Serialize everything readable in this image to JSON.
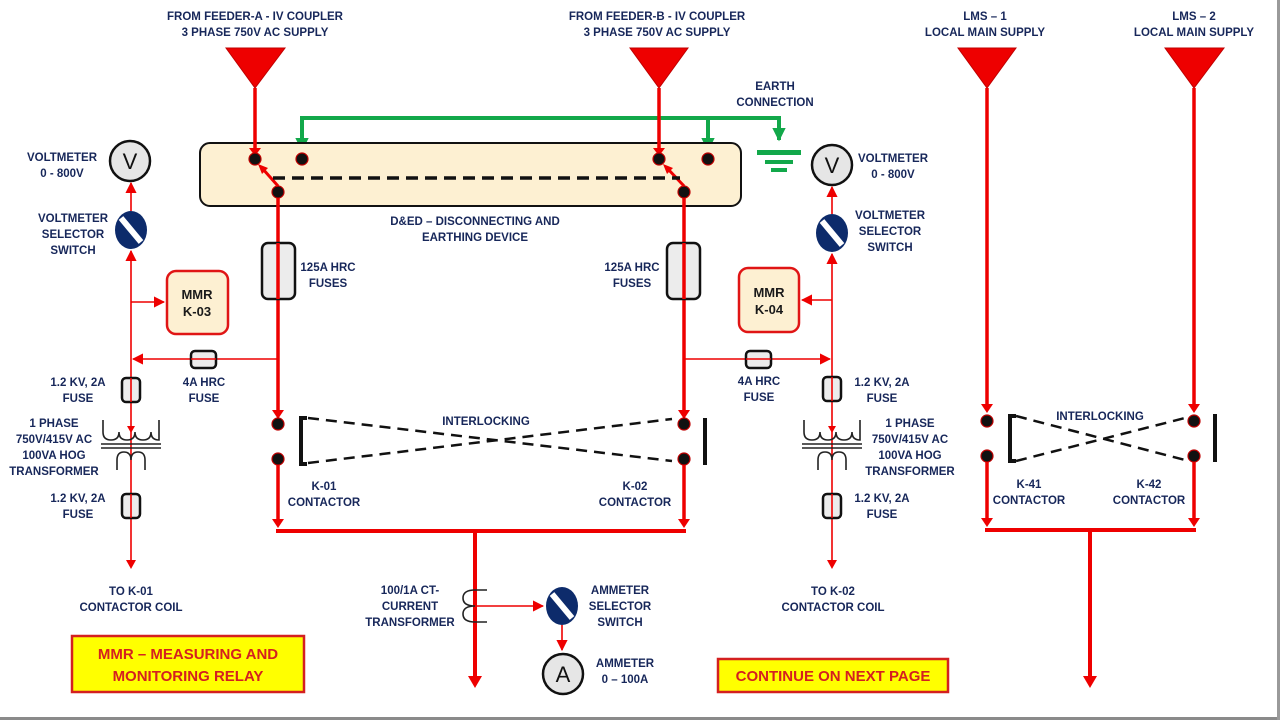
{
  "sources": {
    "feeder_a": {
      "line1": "FROM FEEDER-A - IV COUPLER",
      "line2": "3 PHASE 750V AC SUPPLY"
    },
    "feeder_b": {
      "line1": "FROM FEEDER-B - IV COUPLER",
      "line2": "3 PHASE 750V AC SUPPLY"
    },
    "lms_1": {
      "line1": "LMS – 1",
      "line2": "LOCAL MAIN SUPPLY"
    },
    "lms_2": {
      "line1": "LMS – 2",
      "line2": "LOCAL MAIN SUPPLY"
    }
  },
  "earth": {
    "line1": "EARTH",
    "line2": "CONNECTION"
  },
  "ded": {
    "line1": "D&ED – DISCONNECTING AND",
    "line2": "EARTHING DEVICE"
  },
  "left": {
    "voltmeter": {
      "symbol": "V",
      "line1": "VOLTMETER",
      "line2": "0 - 800V"
    },
    "selector": {
      "line1": "VOLTMETER",
      "line2": "SELECTOR",
      "line3": "SWITCH"
    },
    "mmr": {
      "line1": "MMR",
      "line2": "K-03"
    },
    "hrc_fuse_125": {
      "line1": "125A HRC",
      "line2": "FUSES"
    },
    "hrc_fuse_4": {
      "line1": "4A HRC",
      "line2": "FUSE"
    },
    "fuse_upper": {
      "line1": "1.2 KV, 2A",
      "line2": "FUSE"
    },
    "transformer": {
      "line1": "1 PHASE",
      "line2": "750V/415V AC",
      "line3": "100VA HOG",
      "line4": "TRANSFORMER"
    },
    "fuse_lower": {
      "line1": "1.2 KV, 2A",
      "line2": "FUSE"
    },
    "coil": {
      "line1": "TO K-01",
      "line2": "CONTACTOR COIL"
    },
    "contactor": {
      "line1": "K-01",
      "line2": "CONTACTOR"
    }
  },
  "right": {
    "voltmeter": {
      "symbol": "V",
      "line1": "VOLTMETER",
      "line2": "0 - 800V"
    },
    "selector": {
      "line1": "VOLTMETER",
      "line2": "SELECTOR",
      "line3": "SWITCH"
    },
    "mmr": {
      "line1": "MMR",
      "line2": "K-04"
    },
    "hrc_fuse_125": {
      "line1": "125A HRC",
      "line2": "FUSES"
    },
    "hrc_fuse_4": {
      "line1": "4A HRC",
      "line2": "FUSE"
    },
    "fuse_upper": {
      "line1": "1.2 KV, 2A",
      "line2": "FUSE"
    },
    "transformer": {
      "line1": "1 PHASE",
      "line2": "750V/415V AC",
      "line3": "100VA HOG",
      "line4": "TRANSFORMER"
    },
    "fuse_lower": {
      "line1": "1.2 KV, 2A",
      "line2": "FUSE"
    },
    "coil": {
      "line1": "TO K-02",
      "line2": "CONTACTOR COIL"
    },
    "contactor": {
      "line1": "K-02",
      "line2": "CONTACTOR"
    }
  },
  "interlocking_main": "INTERLOCKING",
  "interlocking_lms": "INTERLOCKING",
  "lms_contactors": {
    "k41": {
      "line1": "K-41",
      "line2": "CONTACTOR"
    },
    "k42": {
      "line1": "K-42",
      "line2": "CONTACTOR"
    }
  },
  "ct": {
    "line1": "100/1A CT-",
    "line2": "CURRENT",
    "line3": "TRANSFORMER"
  },
  "ammeter_selector": {
    "line1": "AMMETER",
    "line2": "SELECTOR",
    "line3": "SWITCH"
  },
  "ammeter": {
    "symbol": "A",
    "line1": "AMMETER",
    "line2": "0 – 100A"
  },
  "notes": {
    "mmr_legend": {
      "line1": "MMR – MEASURING AND",
      "line2": "MONITORING RELAY"
    },
    "continue": "CONTINUE ON NEXT PAGE"
  },
  "colors": {
    "power_line": "#ee0000",
    "earth_line": "#12a84a",
    "label_text": "#17275a",
    "ded_fill": "#fdf0d2",
    "note_fill": "#ffff00",
    "note_text": "#d42020",
    "selector_fill": "#0d2b6b",
    "meter_fill": "#e6e6e6"
  }
}
